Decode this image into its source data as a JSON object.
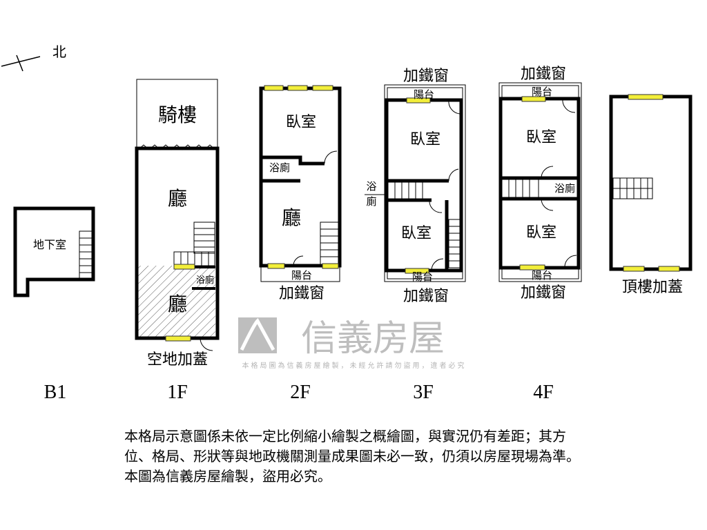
{
  "compass": {
    "label": "北"
  },
  "floors": {
    "b1": {
      "label": "B1",
      "rooms": {
        "basement": "地下室"
      }
    },
    "f1": {
      "label": "1F",
      "rooms": {
        "arcade": "騎樓",
        "living": "廳",
        "bath": "浴廁",
        "living2": "廳",
        "extension": "空地加蓋"
      }
    },
    "f2": {
      "label": "2F",
      "rooms": {
        "bedroom": "臥室",
        "bath": "浴廁",
        "living": "廳",
        "balcony": "陽台",
        "iron_window": "加鐵窗"
      }
    },
    "f3": {
      "label": "3F",
      "rooms": {
        "iron_window_top": "加鐵窗",
        "balcony_top": "陽台",
        "bedroom1": "臥室",
        "bath_a": "浴",
        "bath_b": "廁",
        "bedroom2": "臥室",
        "balcony_bottom": "陽台",
        "iron_window_bottom": "加鐵窗"
      }
    },
    "f4": {
      "label": "4F",
      "rooms": {
        "iron_window_top": "加鐵窗",
        "balcony_top": "陽台",
        "bedroom1": "臥室",
        "bath": "浴廁",
        "bedroom2": "臥室",
        "balcony_bottom": "陽台",
        "iron_window_bottom": "加鐵窗"
      }
    },
    "roof": {
      "rooms": {
        "rooftop_extension": "頂樓加蓋"
      }
    }
  },
  "watermark": {
    "brand": "信義房屋",
    "notice": "本格局圖為信義房屋繪製，未經允許請勿盜用，違者必究"
  },
  "disclaimer": {
    "line1": "本格局示意圖係未依一定比例縮小繪製之概繪圖，與實況仍有差距；其方",
    "line2": "位、格局、形狀等與地政機關測量成果圖未必一致，仍須以房屋現場為準。",
    "line3": "本圖為信義房屋繪製，盜用必究。"
  },
  "colors": {
    "window": "#f2ee3a",
    "watermark": "#9a9a9a"
  }
}
